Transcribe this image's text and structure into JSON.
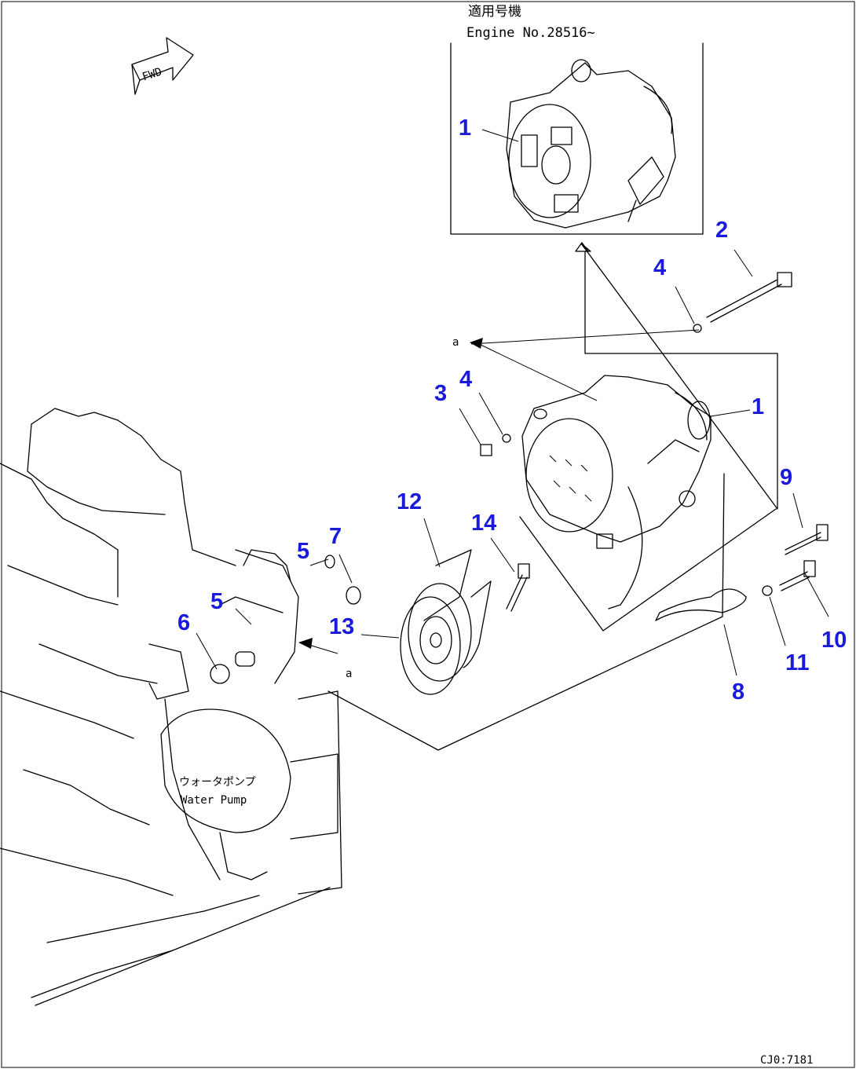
{
  "drawing": {
    "header_jp": "適用号機",
    "header_en": "Engine No.28516~",
    "fwd_label": "FWD",
    "water_pump_jp": "ウォータポンプ",
    "water_pump_en": "Water Pump",
    "ref_a_1": "a",
    "ref_a_2": "a",
    "drawing_code": "CJ0:7181"
  },
  "callouts": {
    "c1_top": "1",
    "c1": "1",
    "c2": "2",
    "c3": "3",
    "c4_top": "4",
    "c4": "4",
    "c5_a": "5",
    "c5_b": "5",
    "c6": "6",
    "c7": "7",
    "c8": "8",
    "c9": "9",
    "c10": "10",
    "c11": "11",
    "c12": "12",
    "c13": "13",
    "c14": "14"
  }
}
